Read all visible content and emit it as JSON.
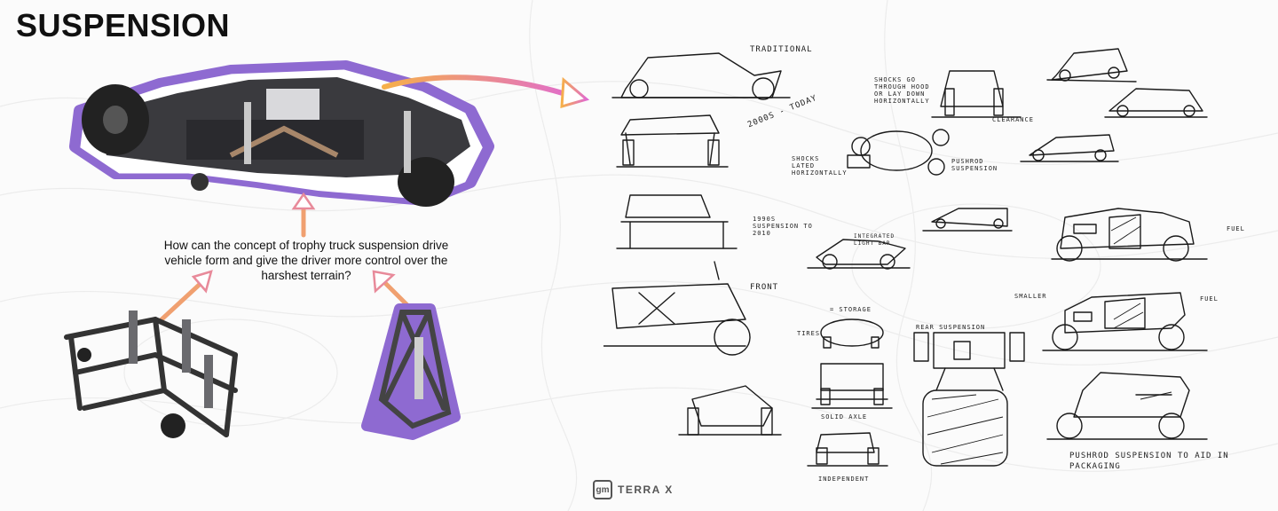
{
  "page": {
    "title": "SUSPENSION",
    "question": "How can the concept of trophy truck suspension drive vehicle form and give the driver more control over the harshest terrain?"
  },
  "branding": {
    "logo_mark": "gm",
    "logo_text": "TERRA X"
  },
  "sketch_annotations": {
    "traditional": "Traditional",
    "era_2000s": "2000s - Today",
    "shocks_hood": "Shocks go through hood or lay down horizontally",
    "clearance": "Clearance",
    "shocks_lateral": "Shocks lated horizontally",
    "pushrod": "Pushrod suspension",
    "era_1990s": "1990s suspension to 2010",
    "light_bar": "Integrated light bar",
    "fuel_1": "Fuel",
    "front": "Front",
    "storage": "= Storage",
    "tires": "Tires",
    "rear_suspension": "Rear suspension",
    "smaller": "Smaller",
    "fuel_2": "Fuel",
    "solid_axle": "Solid axle",
    "independent": "Independent",
    "pushrod_packaging": "Pushrod suspension to aid in packaging"
  },
  "colors": {
    "accent_purple": "#8e6ad1",
    "arrow_gradient_start": "#f6b04a",
    "arrow_gradient_end": "#e06ad0",
    "background": "#fbfbfb"
  }
}
